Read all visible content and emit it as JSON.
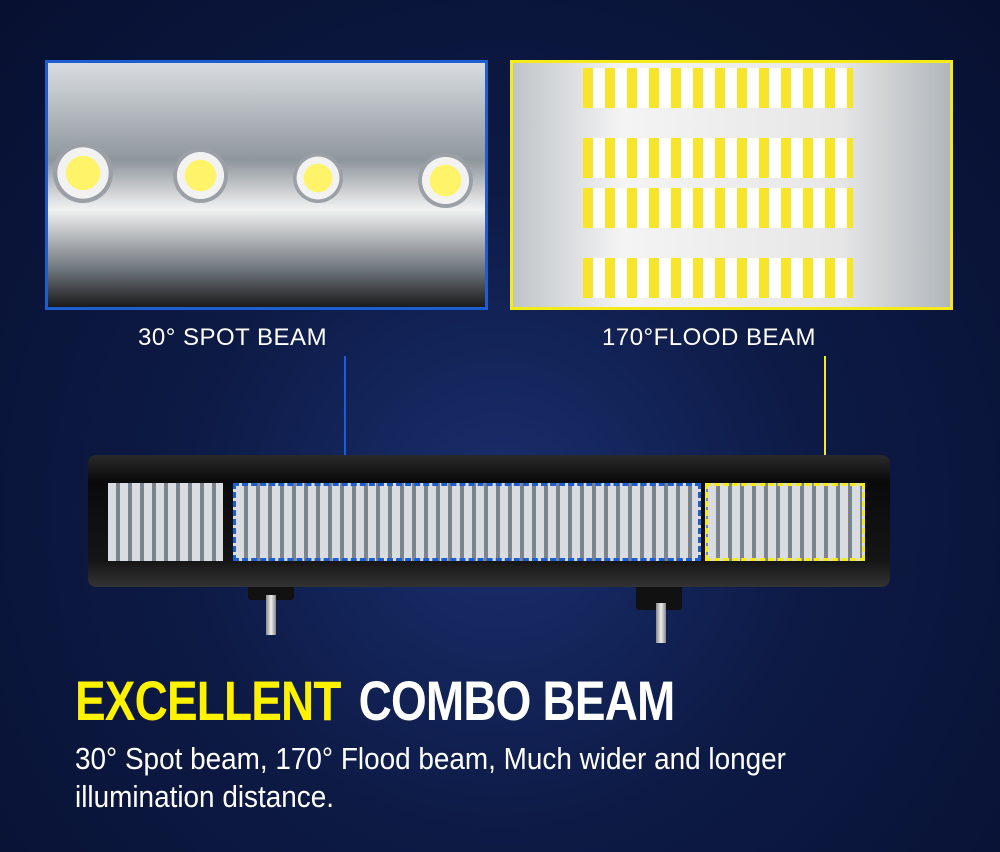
{
  "insets": {
    "spot": {
      "label": "30° SPOT  BEAM",
      "border_color": "#1d5fd0"
    },
    "flood": {
      "label": "170°FLOOD BEAM",
      "border_color": "#f5ea1a"
    }
  },
  "headline": {
    "highlight": "EXCELLENT",
    "rest": "COMBO BEAM",
    "highlight_color": "#fff200"
  },
  "description": "30° Spot beam, 170° Flood beam, Much wider and longer illumination distance."
}
